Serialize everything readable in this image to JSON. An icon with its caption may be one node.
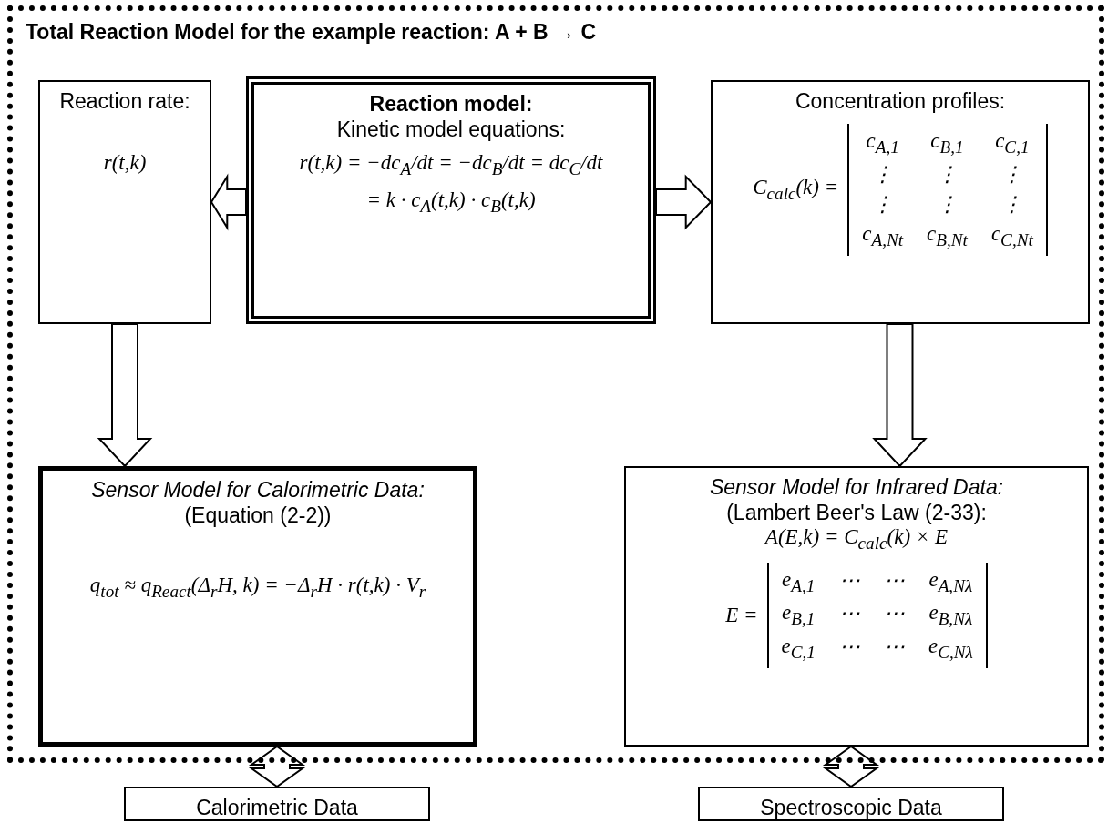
{
  "diagram": {
    "nodes": [
      {
        "text": [
          "Total Reaction Model for the example reaction: A + B → C"
        ]
      },
      {
        "text": [
          "Reaction rate:",
          "r(t,k)"
        ],
        "in": 0
      },
      {
        "text": [
          "Reaction model:",
          "Kinetic model equations:",
          "r(t,k) = −dc$_{A}$/dt = −dc$_{B}$/dt = dc$_{C}$/dt",
          "= k · c$_{A}$(t,k) · c$_{B}$(t,k)"
        ],
        "in": 0
      },
      {
        "text": [
          "Concentration profiles:",
          "C$_{calc}$(k) =",
          "c$_{A,1}$",
          "c$_{B,1}$",
          "c$_{C,1}$",
          "⋮",
          "⋮",
          "⋮",
          "⋮",
          "⋮",
          "⋮",
          "c$_{A,Nt}$",
          "c$_{B,Nt}$",
          "c$_{C,Nt}$"
        ],
        "in": 0
      },
      {
        "text": [
          "Sensor Model for Calorimetric Data:",
          "(Equation (2-2))",
          "q$_{tot}$ ≈ q$_{React}$(Δ$_{r}$H, k) = −Δ$_{r}$H · r(t,k) · V$_{r}$"
        ],
        "in": 0
      },
      {
        "text": [
          "Sensor Model for Infrared Data:",
          "(Lambert Beer's Law (2-33):",
          "A(E,k) = C$_{calc}$(k) × E",
          "E =",
          "e$_{A,1}$",
          "⋯",
          "⋯",
          "e$_{A,Nλ}$",
          "e$_{B,1}$",
          "⋯",
          "⋯",
          "e$_{B,Nλ}$",
          "e$_{C,1}$",
          "⋯",
          "⋯",
          "e$_{C,Nλ}$"
        ],
        "in": 0
      },
      {
        "text": [
          "Calorimetric Data"
        ]
      },
      {
        "text": [
          "Spectroscopic Data"
        ]
      }
    ],
    "edges": [
      {
        "from": 2,
        "to": 1,
        "arrow": "to"
      },
      {
        "from": 2,
        "to": 3,
        "arrow": "to"
      },
      {
        "from": 1,
        "to": 4,
        "arrow": "to"
      },
      {
        "from": 3,
        "to": 5,
        "arrow": "to"
      },
      {
        "from": 4,
        "to": 6,
        "arrow": "both"
      },
      {
        "from": 5,
        "to": 7,
        "arrow": "both"
      }
    ]
  }
}
